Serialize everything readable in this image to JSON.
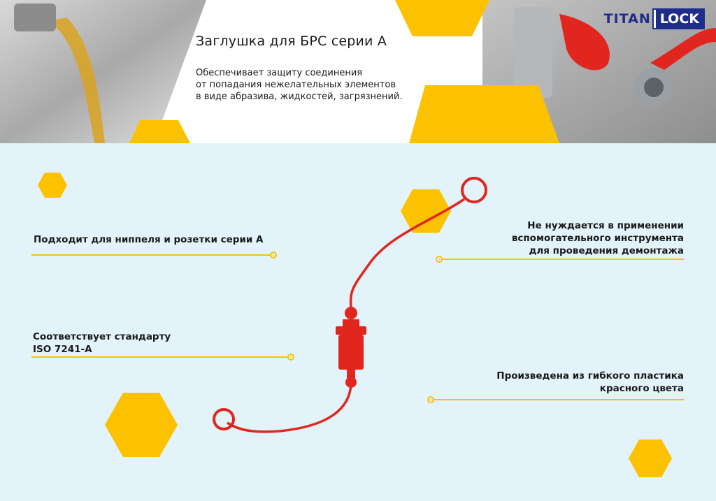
{
  "brand": {
    "logo_part1": "TITAN",
    "logo_part2": "LOCK"
  },
  "header": {
    "title": "Заглушка для БРС серии А",
    "description_lines": [
      "Обеспечивает защиту соединения",
      "от попадания нежелательных элементов",
      "в виде абразива, жидкостей, загрязнений."
    ]
  },
  "features": {
    "left": [
      {
        "lines": [
          "Подходит для ниппеля и розетки серии А"
        ]
      },
      {
        "lines": [
          "Соответствует стандарту",
          "ISO 7241-A"
        ]
      }
    ],
    "right": [
      {
        "lines": [
          "Не нуждается в применении",
          "вспомогательного инструмента",
          "для проведения демонтажа"
        ]
      },
      {
        "lines": [
          "Произведена из гибкого пластика",
          "красного цвета"
        ]
      }
    ]
  },
  "colors": {
    "accent": "#fcc200",
    "background": "#e2f3f9",
    "product": "#e0261f",
    "brand": "#1e2d8c"
  }
}
